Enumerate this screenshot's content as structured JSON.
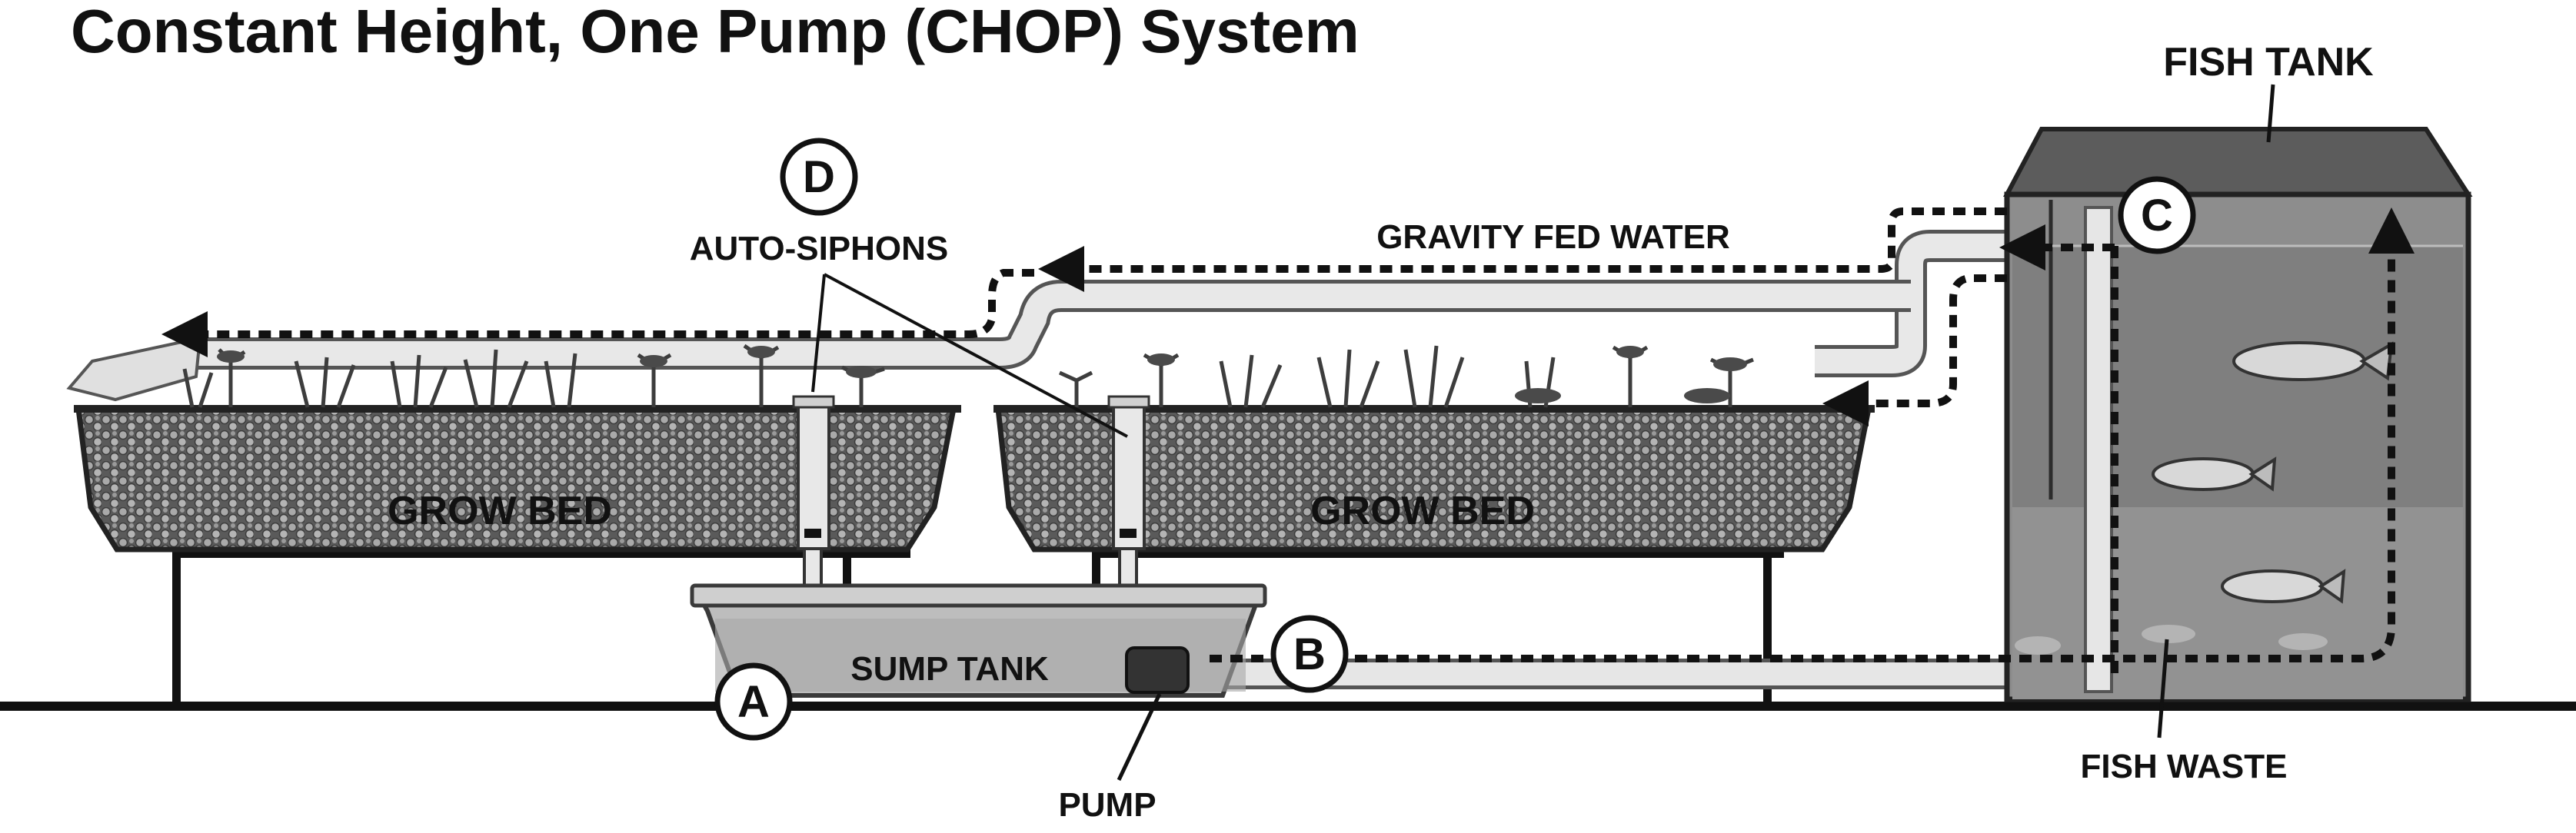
{
  "title": "Constant Height, One Pump (CHOP) System",
  "labels": {
    "fish_tank": "FISH TANK",
    "auto_siphons": "AUTO-SIPHONS",
    "gravity_fed_water": "GRAVITY FED WATER",
    "grow_bed_left": "GROW BED",
    "grow_bed_right": "GROW BED",
    "sump_tank": "SUMP TANK",
    "pump": "PUMP",
    "fish_waste": "FISH WASTE"
  },
  "markers": {
    "a": "A",
    "b": "B",
    "c": "C",
    "d": "D"
  }
}
